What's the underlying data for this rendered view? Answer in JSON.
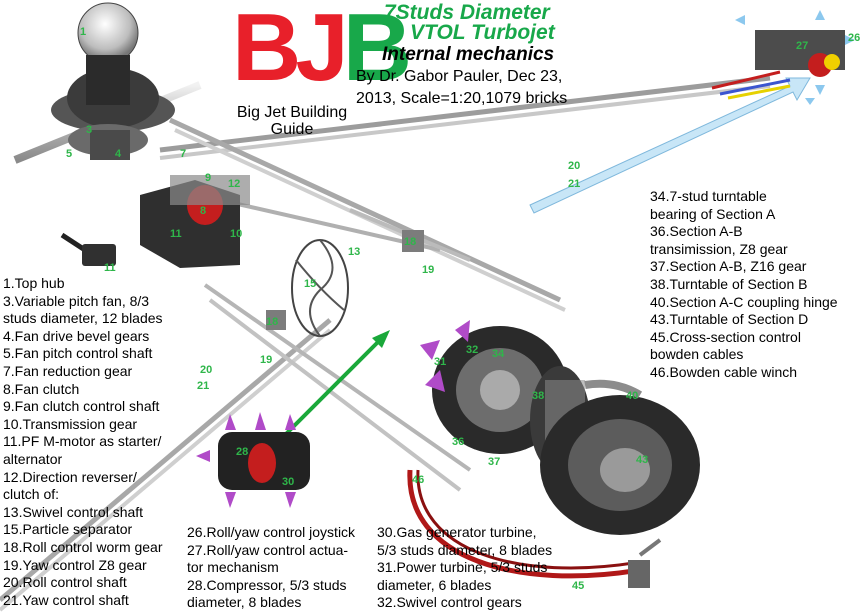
{
  "title": {
    "line1": "7Studs Diameter",
    "line2": "VTOL Turbojet"
  },
  "subtitle": "Internal mechanics",
  "byline": [
    "By Dr. Gabor Pauler, Dec 23,",
    "2013, Scale=1:20,1079 bricks"
  ],
  "logo": {
    "letters": "BJB",
    "caption_lines": [
      "Big Jet Building",
      "Guide"
    ],
    "colors": {
      "red": "#e8202a",
      "green": "#18a84a"
    }
  },
  "legend_left": [
    "1.Top hub",
    "3.Variable pitch fan, 8/3",
    "studs diameter, 12 blades",
    "4.Fan drive bevel gears",
    "5.Fan pitch control shaft",
    "7.Fan reduction gear",
    "8.Fan clutch",
    "9.Fan clutch control shaft",
    "10.Transmission gear",
    "11.PF M-motor as starter/",
    "alternator",
    "12.Direction reverser/",
    "clutch of:",
    "13.Swivel control shaft",
    "15.Particle separator",
    "18.Roll control worm gear",
    "19.Yaw control Z8 gear",
    "20.Roll control shaft",
    "21.Yaw control shaft"
  ],
  "legend_mid1": [
    "26.Roll/yaw control joystick",
    "27.Roll/yaw control actua-",
    "tor mechanism",
    "28.Compressor, 5/3 studs",
    "diameter, 8 blades"
  ],
  "legend_mid2": [
    "30.Gas generator turbine,",
    "5/3 studs diameter, 8 blades",
    "31.Power turbine, 5/3 studs",
    "diameter, 6 blades",
    "32.Swivel control gears"
  ],
  "legend_right": [
    "34.7-stud turntable",
    "bearing of Section A",
    "36.Section A-B",
    "transimission, Z8 gear",
    "37.Section A-B, Z16 gear",
    "38.Turntable of Section B",
    "40.Section A-C coupling hinge",
    "43.Turntable of Section D",
    "45.Cross-section control",
    "bowden cables",
    "46.Bowden cable winch"
  ],
  "part_numbers": [
    "1",
    "3",
    "4",
    "5",
    "7",
    "8",
    "9",
    "10",
    "11",
    "11",
    "12",
    "13",
    "15",
    "18",
    "18",
    "19",
    "19",
    "20",
    "20",
    "21",
    "21",
    "26",
    "27",
    "28",
    "30",
    "31",
    "32",
    "34",
    "36",
    "37",
    "38",
    "40",
    "43",
    "45",
    "46"
  ],
  "colors": {
    "title_green": "#18a84a",
    "number_green": "#2fb64a",
    "arrow_green": "#1aa83a",
    "arrow_blue": "#bfe3f5",
    "bowden_red": "#b01818",
    "gear_gray": "#2a2a2a",
    "shaft_gray": "#c8c8c8"
  }
}
